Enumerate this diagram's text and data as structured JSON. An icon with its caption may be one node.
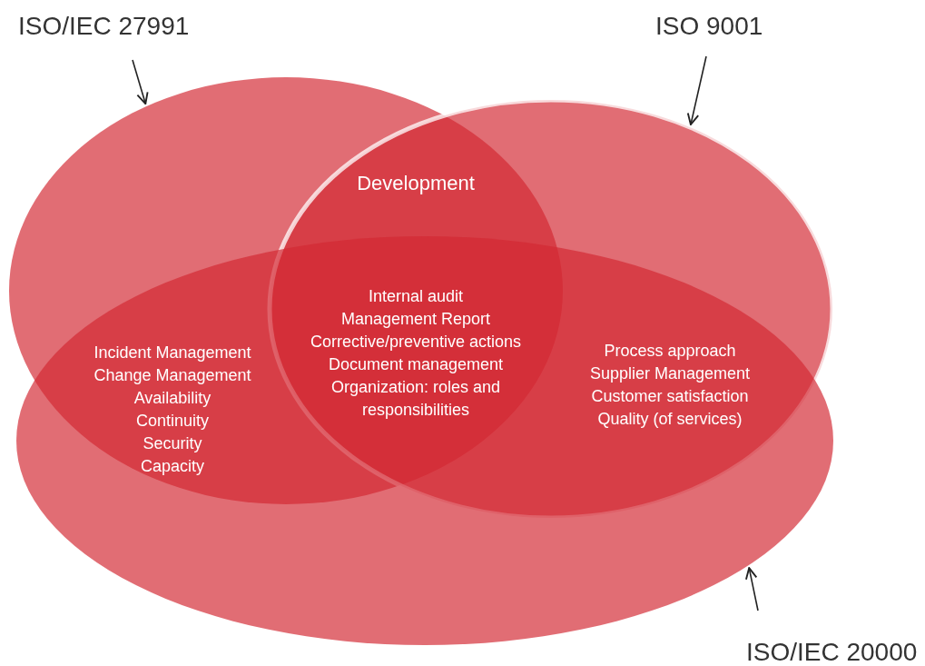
{
  "diagram": {
    "nodes": [
      {
        "text": [
          "ISO/IEC 27991"
        ]
      },
      {
        "text": [],
        "shape": "ellipse"
      },
      {
        "text": [
          "ISO 9001"
        ]
      },
      {
        "text": [],
        "shape": "ellipse"
      },
      {
        "text": [
          "ISO/IEC 20000"
        ]
      },
      {
        "text": [],
        "shape": "ellipse"
      }
    ],
    "edges": [
      {
        "from": 0,
        "to": 1,
        "arrow": "to"
      },
      {
        "from": 2,
        "to": 3,
        "arrow": "to"
      },
      {
        "from": 4,
        "to": 5,
        "arrow": "to"
      }
    ],
    "labels": [
      "Development",
      "Internal audit",
      "Management Report",
      "Corrective/preventive actions",
      "Document management",
      "Organization: roles and responsibilities",
      "Incident Management",
      "Change Management",
      "Availability",
      "Continuity",
      "Security",
      "Capacity",
      "Process approach",
      "Supplier Management",
      "Customer satisfaction",
      "Quality (of services)"
    ]
  }
}
